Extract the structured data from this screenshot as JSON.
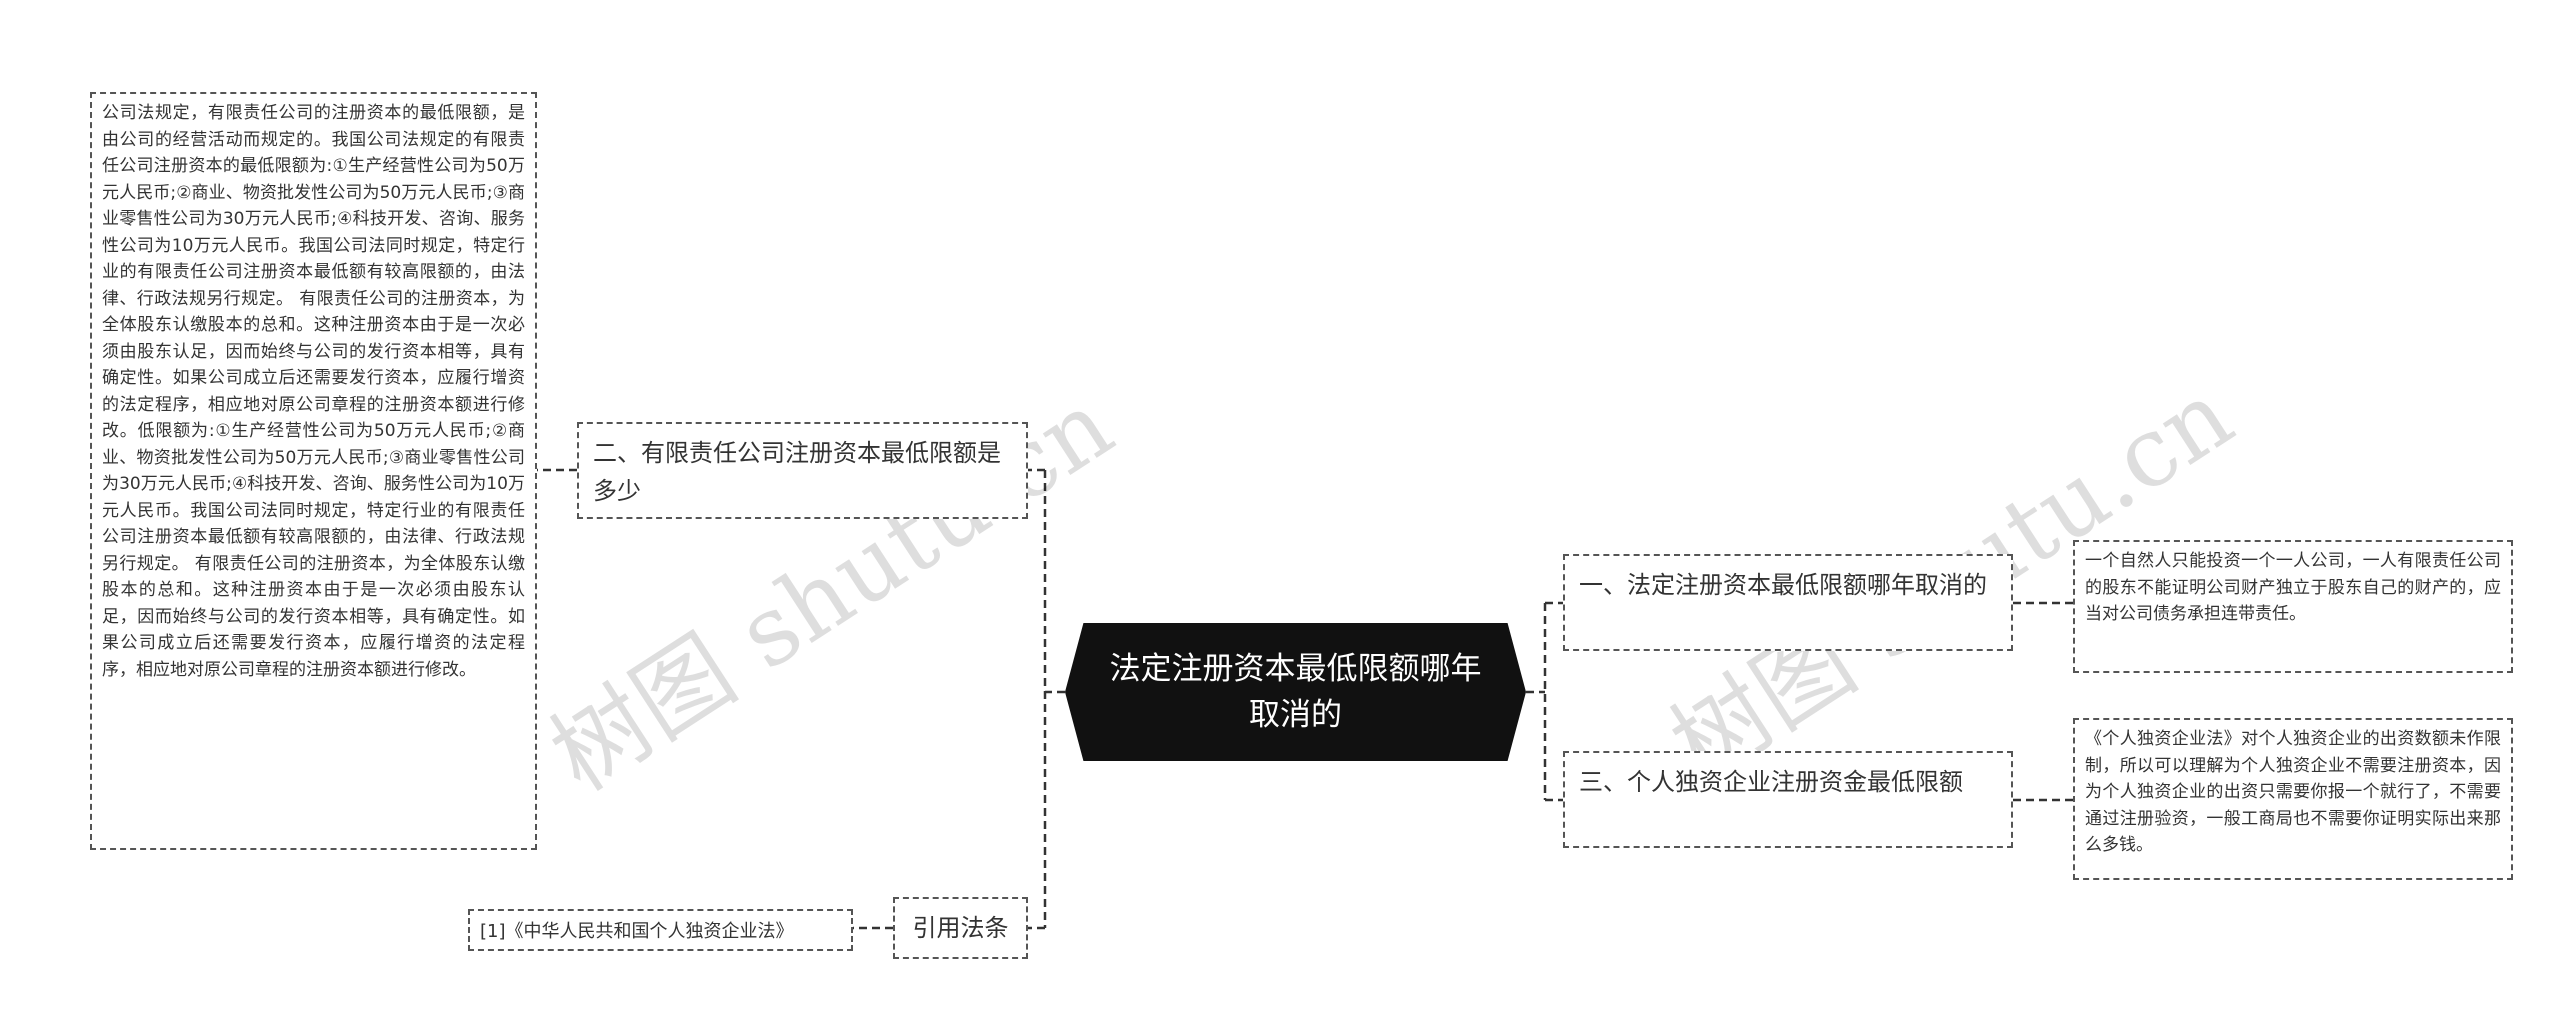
{
  "center": {
    "title": "法定注册资本最低限额哪年取消的"
  },
  "branches": {
    "b1": {
      "label": "一、法定注册资本最低限额哪年取消的"
    },
    "b2": {
      "label": "二、有限责任公司注册资本最低限额是多少"
    },
    "b3": {
      "label": "三、个人独资企业注册资金最低限额"
    },
    "b4": {
      "label": "引用法条"
    }
  },
  "leaves": {
    "l1": {
      "text": "一个自然人只能投资一个一人公司，一人有限责任公司的股东不能证明公司财产独立于股东自己的财产的，应当对公司债务承担连带责任。"
    },
    "l2": {
      "text": "公司法规定，有限责任公司的注册资本的最低限额，是由公司的经营活动而规定的。我国公司法规定的有限责任公司注册资本的最低限额为:①生产经营性公司为50万元人民币;②商业、物资批发性公司为50万元人民币;③商业零售性公司为30万元人民币;④科技开发、咨询、服务性公司为10万元人民币。我国公司法同时规定，特定行业的有限责任公司注册资本最低额有较高限额的，由法律、行政法规另行规定。 有限责任公司的注册资本，为全体股东认缴股本的总和。这种注册资本由于是一次必须由股东认足，因而始终与公司的发行资本相等，具有确定性。如果公司成立后还需要发行资本，应履行增资的法定程序，相应地对原公司章程的注册资本额进行修改。低限额为:①生产经营性公司为50万元人民币;②商业、物资批发性公司为50万元人民币;③商业零售性公司为30万元人民币;④科技开发、咨询、服务性公司为10万元人民币。我国公司法同时规定，特定行业的有限责任公司注册资本最低额有较高限额的，由法律、行政法规另行规定。 有限责任公司的注册资本，为全体股东认缴股本的总和。这种注册资本由于是一次必须由股东认足，因而始终与公司的发行资本相等，具有确定性。如果公司成立后还需要发行资本，应履行增资的法定程序，相应地对原公司章程的注册资本额进行修改。"
    },
    "l3": {
      "text": "《个人独资企业法》对个人独资企业的出资数额未作限制，所以可以理解为个人独资企业不需要注册资本，因为个人独资企业的出资只需要你报一个就行了，不需要通过注册验资，一般工商局也不需要你证明实际出来那么多钱。"
    },
    "l4": {
      "text": "[1]《中华人民共和国个人独资企业法》"
    }
  },
  "watermarks": {
    "left": "树图 shutu.cn",
    "right": "树图 shutu.cn"
  },
  "colors": {
    "center_bg": "#111111",
    "border": "#555555",
    "line": "#333333"
  }
}
